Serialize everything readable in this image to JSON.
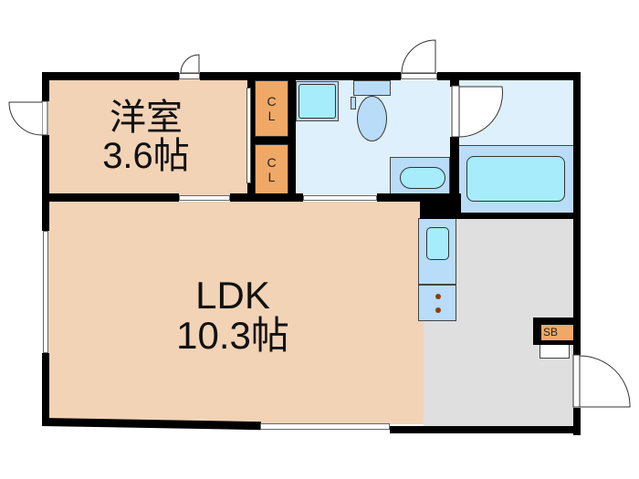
{
  "rooms": {
    "western": {
      "name": "洋室",
      "size": "3.6帖"
    },
    "ldk": {
      "name": "LDK",
      "size": "10.3帖"
    },
    "closet1": {
      "line1": "C",
      "line2": "L"
    },
    "closet2": {
      "line1": "C",
      "line2": "L"
    },
    "shoebox": {
      "label": "SB"
    }
  },
  "colors": {
    "room": "#f2d3b6",
    "closet": "#efa866",
    "wet": "#dff0fd",
    "fixture": "#b9dcf8",
    "fixture_inner": "#a6ecfb",
    "entrance": "#dfdfe0",
    "wall": "#000000"
  }
}
